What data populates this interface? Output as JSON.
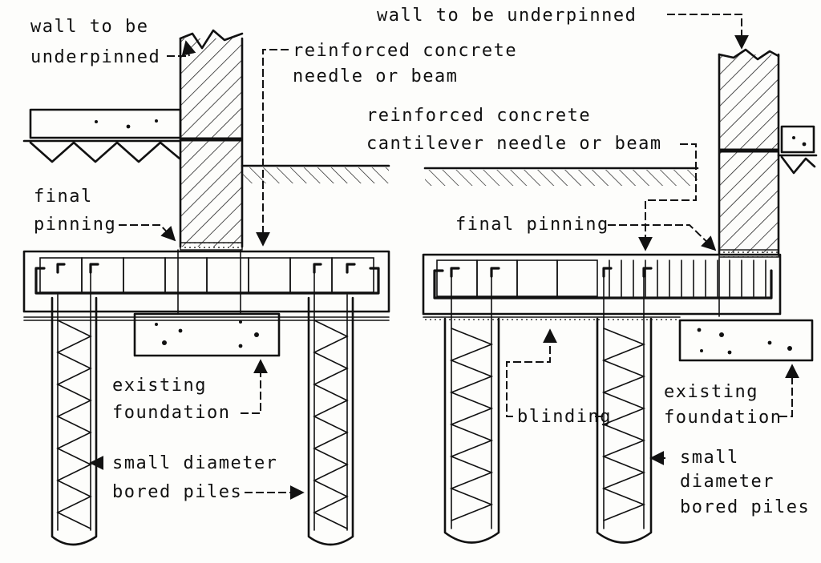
{
  "left_panel": {
    "labels": {
      "wall_line1": "wall to be",
      "wall_line2": "underpinned",
      "beam_line1": "reinforced concrete",
      "beam_line2": "needle or beam",
      "pinning_line1": "final",
      "pinning_line2": "pinning",
      "foundation_line1": "existing",
      "foundation_line2": "foundation",
      "piles_line1": "small diameter",
      "piles_line2": "bored piles"
    }
  },
  "right_panel": {
    "labels": {
      "wall": "wall to be underpinned",
      "beam_line1": "reinforced concrete",
      "beam_line2": "cantilever needle or beam",
      "pinning": "final pinning",
      "blinding": "blinding",
      "foundation_line1": "existing",
      "foundation_line2": "foundation",
      "piles_line1": "small",
      "piles_line2": "diameter",
      "piles_line3": "bored piles"
    }
  },
  "colors": {
    "ink": "#111111",
    "paper": "#fdfdfb"
  }
}
